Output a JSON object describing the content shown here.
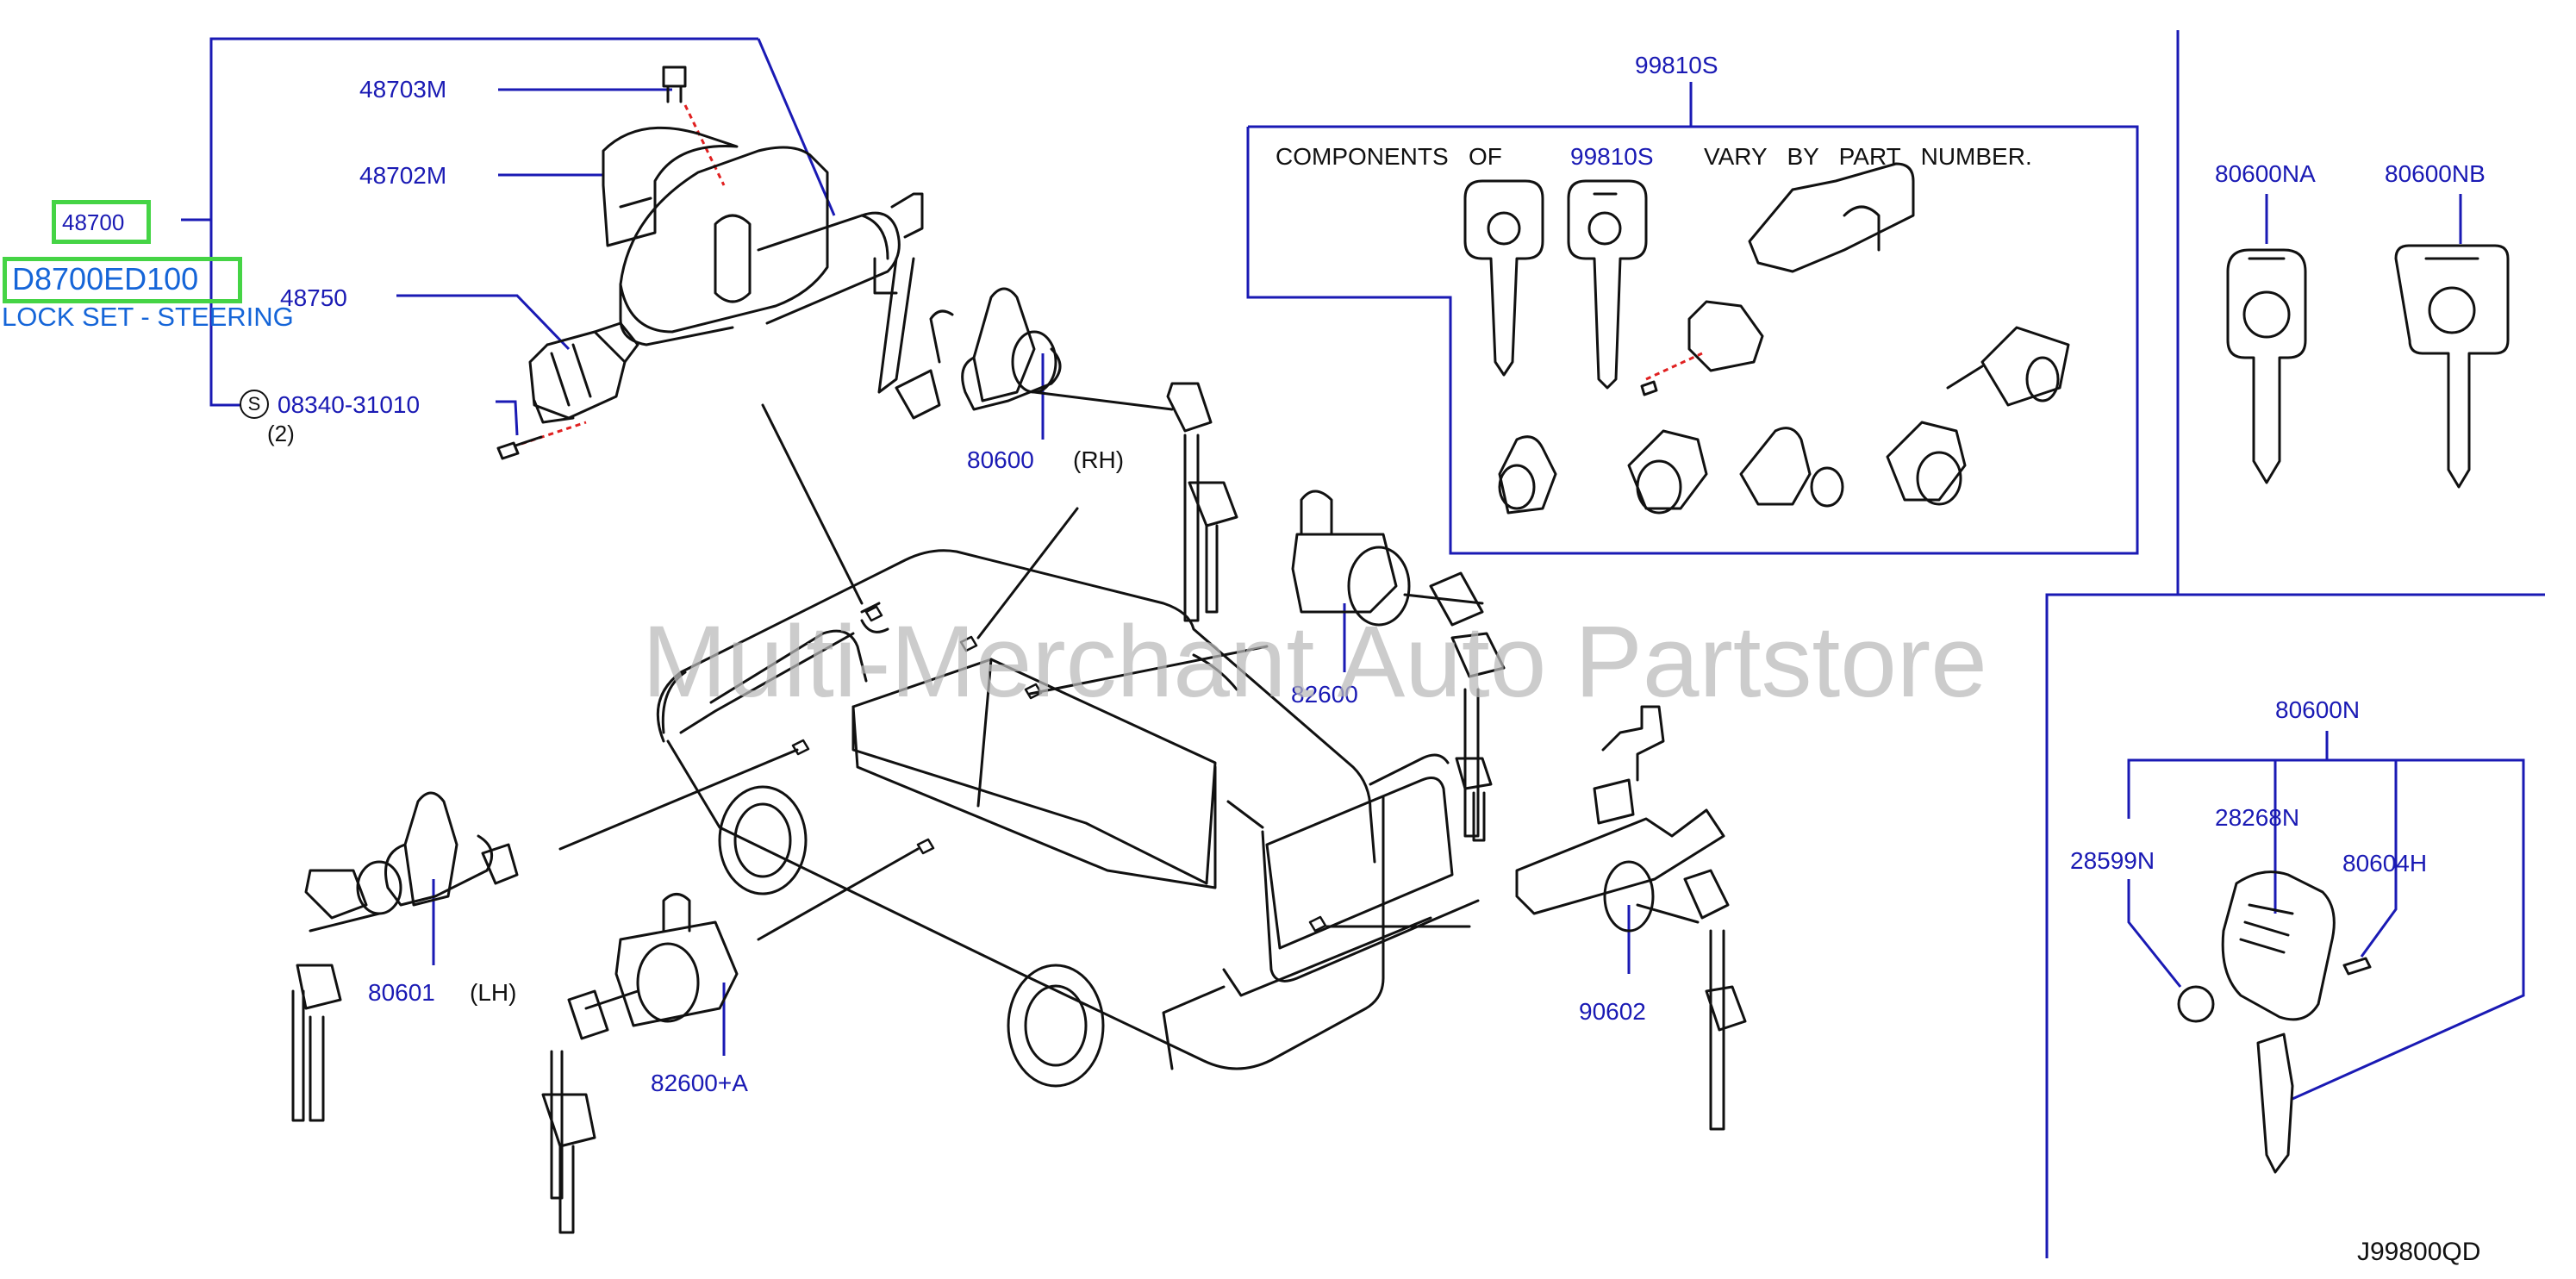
{
  "diagram": {
    "code": "J99800QD",
    "watermark": "Multi-Merchant Auto Partstore",
    "selected_ref": {
      "part_number": "48700",
      "sku": "D8700ED100",
      "description": "LOCK SET - STEERING"
    },
    "callouts": {
      "p48703M": "48703M",
      "p48702M": "48702M",
      "p48750": "48750",
      "p08340": "08340-31010",
      "p08340_qty": "(2)",
      "s_mark": "S",
      "p99810S": "99810S",
      "p80600": "80600",
      "rh": "(RH)",
      "p82600": "82600",
      "p80601": "80601",
      "lh": "(LH)",
      "p82600A": "82600+A",
      "p90602": "90602",
      "p80600NA": "80600NA",
      "p80600NB": "80600NB",
      "p80600N": "80600N",
      "p28268N": "28268N",
      "p28599N": "28599N",
      "p80604H": "80604H"
    },
    "components_note": {
      "prefix": "COMPONENTS   OF",
      "part": "99810S",
      "suffix": "VARY   BY   PART   NUMBER."
    }
  },
  "colors": {
    "callout_text": "#1a1ab4",
    "leader_line": "#1a1ab4",
    "highlight_box": "#45d445",
    "sku_text": "#1565d8",
    "drawing": "#111111",
    "red_dash": "#e02020"
  }
}
